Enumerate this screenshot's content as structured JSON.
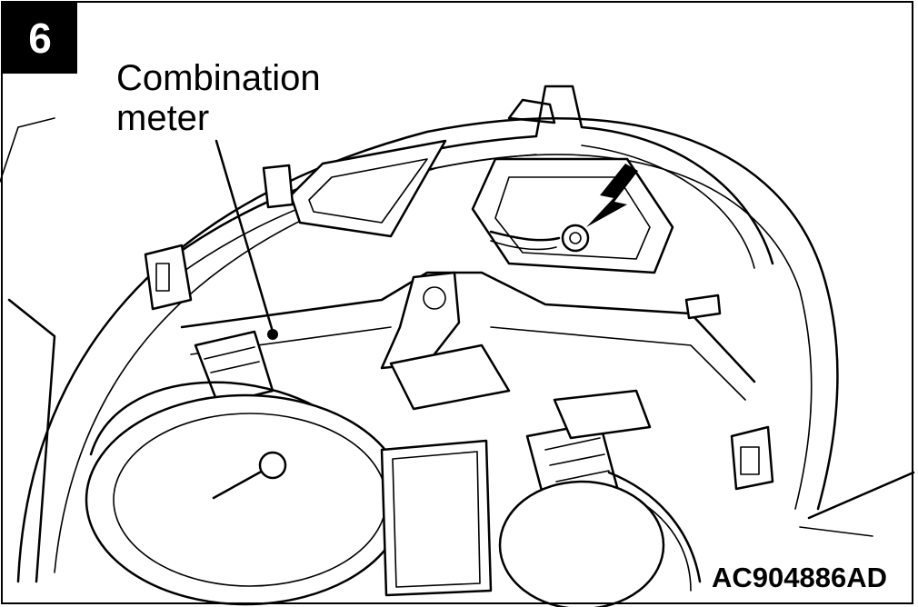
{
  "step": {
    "number": "6"
  },
  "callout": {
    "label": "Combination\nmeter"
  },
  "figure": {
    "reference_code": "AC904886AD"
  },
  "colors": {
    "ink": "#000000",
    "paper": "#ffffff"
  }
}
